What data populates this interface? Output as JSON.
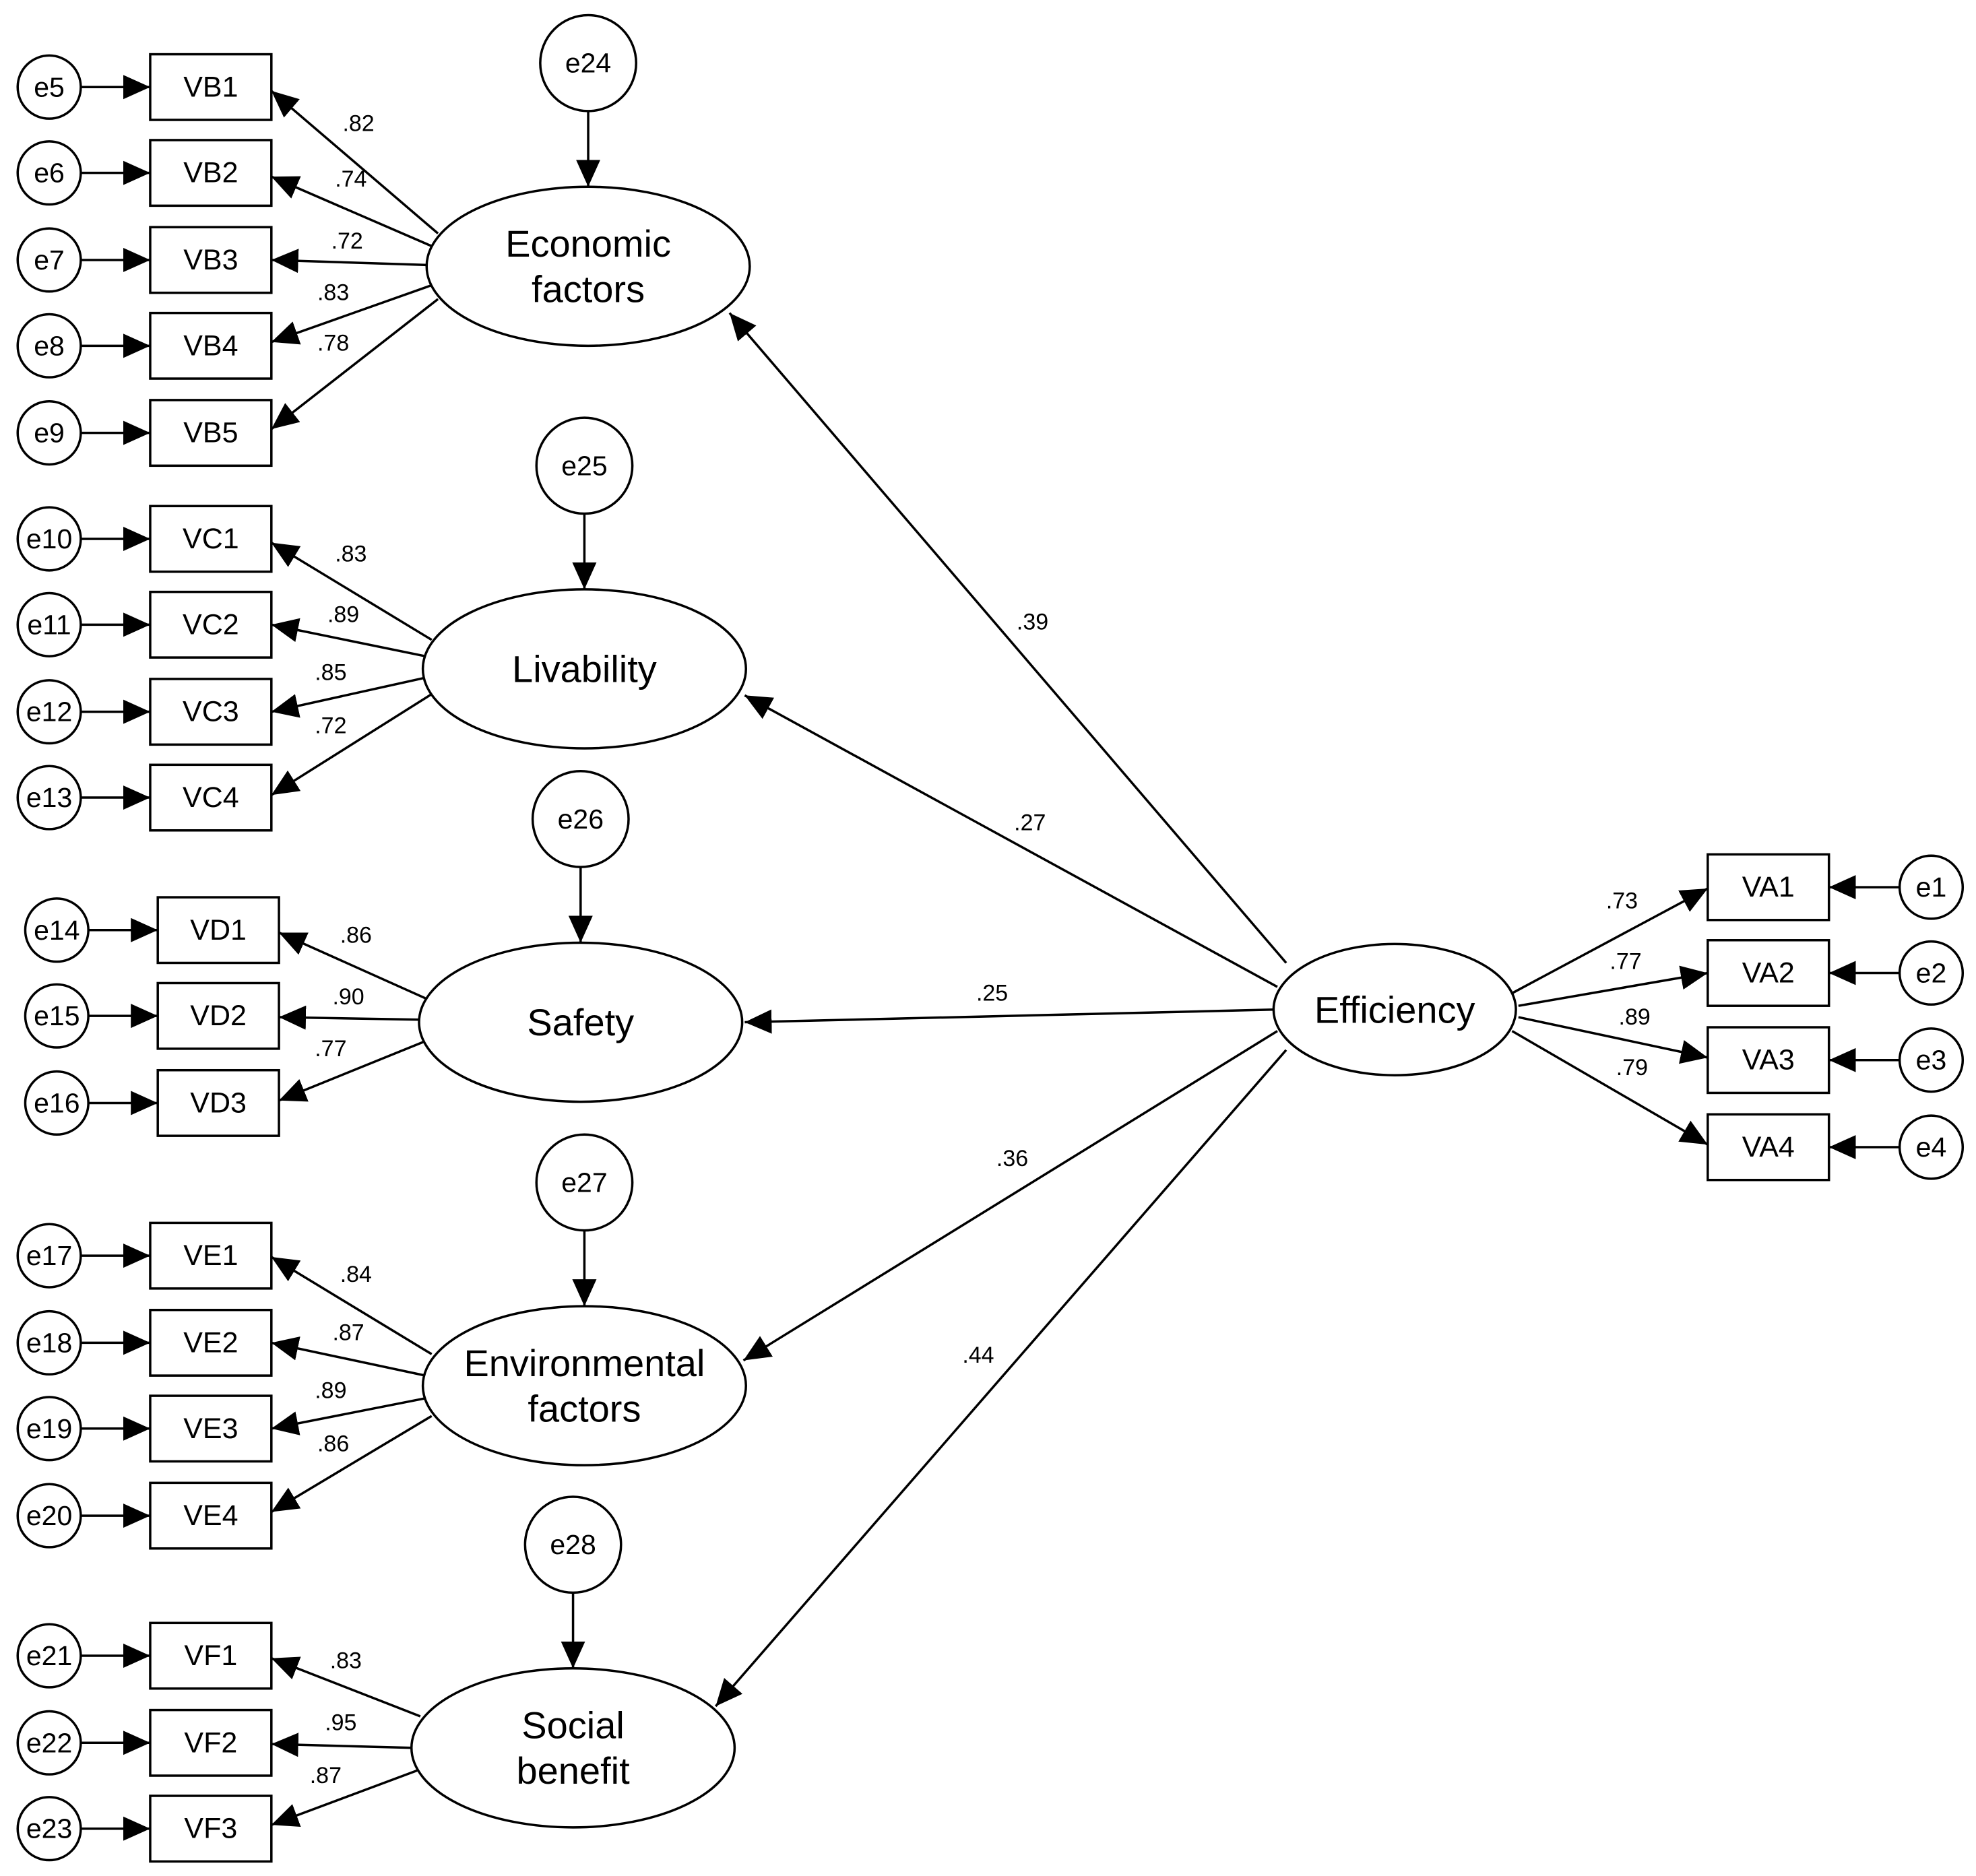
{
  "colors": {
    "stroke": "#000000",
    "fill": "#ffffff",
    "text": "#000000"
  },
  "latents": [
    {
      "id": "F",
      "lines": [
        "Efficiency"
      ]
    },
    {
      "id": "B",
      "lines": [
        "Economic",
        "factors"
      ]
    },
    {
      "id": "C",
      "lines": [
        "Livability"
      ]
    },
    {
      "id": "D",
      "lines": [
        "Safety"
      ]
    },
    {
      "id": "E",
      "lines": [
        "Environmental",
        "factors"
      ]
    },
    {
      "id": "S",
      "lines": [
        "Social",
        "benefit"
      ]
    }
  ],
  "disturbances": [
    {
      "label": "e24",
      "target": "B"
    },
    {
      "label": "e25",
      "target": "C"
    },
    {
      "label": "e26",
      "target": "D"
    },
    {
      "label": "e27",
      "target": "E"
    },
    {
      "label": "e28",
      "target": "S"
    }
  ],
  "paths": [
    {
      "from": "F",
      "to": "B",
      "coef": ".39"
    },
    {
      "from": "F",
      "to": "C",
      "coef": ".27"
    },
    {
      "from": "F",
      "to": "D",
      "coef": ".25"
    },
    {
      "from": "F",
      "to": "E",
      "coef": ".36"
    },
    {
      "from": "F",
      "to": "S",
      "coef": ".44"
    }
  ],
  "indicators": [
    {
      "factor": "B",
      "label": "VB1",
      "error": "e5",
      "coef": ".82"
    },
    {
      "factor": "B",
      "label": "VB2",
      "error": "e6",
      "coef": ".74"
    },
    {
      "factor": "B",
      "label": "VB3",
      "error": "e7",
      "coef": ".72"
    },
    {
      "factor": "B",
      "label": "VB4",
      "error": "e8",
      "coef": ".83"
    },
    {
      "factor": "B",
      "label": "VB5",
      "error": "e9",
      "coef": ".78"
    },
    {
      "factor": "C",
      "label": "VC1",
      "error": "e10",
      "coef": ".83"
    },
    {
      "factor": "C",
      "label": "VC2",
      "error": "e11",
      "coef": ".89"
    },
    {
      "factor": "C",
      "label": "VC3",
      "error": "e12",
      "coef": ".85"
    },
    {
      "factor": "C",
      "label": "VC4",
      "error": "e13",
      "coef": ".72"
    },
    {
      "factor": "D",
      "label": "VD1",
      "error": "e14",
      "coef": ".86"
    },
    {
      "factor": "D",
      "label": "VD2",
      "error": "e15",
      "coef": ".90"
    },
    {
      "factor": "D",
      "label": "VD3",
      "error": "e16",
      "coef": ".77"
    },
    {
      "factor": "E",
      "label": "VE1",
      "error": "e17",
      "coef": ".84"
    },
    {
      "factor": "E",
      "label": "VE2",
      "error": "e18",
      "coef": ".87"
    },
    {
      "factor": "E",
      "label": "VE3",
      "error": "e19",
      "coef": ".89"
    },
    {
      "factor": "E",
      "label": "VE4",
      "error": "e20",
      "coef": ".86"
    },
    {
      "factor": "S",
      "label": "VF1",
      "error": "e21",
      "coef": ".83"
    },
    {
      "factor": "S",
      "label": "VF2",
      "error": "e22",
      "coef": ".95"
    },
    {
      "factor": "S",
      "label": "VF3",
      "error": "e23",
      "coef": ".87"
    },
    {
      "factor": "F",
      "label": "VA1",
      "error": "e1",
      "coef": ".73"
    },
    {
      "factor": "F",
      "label": "VA2",
      "error": "e2",
      "coef": ".77"
    },
    {
      "factor": "F",
      "label": "VA3",
      "error": "e3",
      "coef": ".89"
    },
    {
      "factor": "F",
      "label": "VA4",
      "error": "e4",
      "coef": ".79"
    }
  ]
}
